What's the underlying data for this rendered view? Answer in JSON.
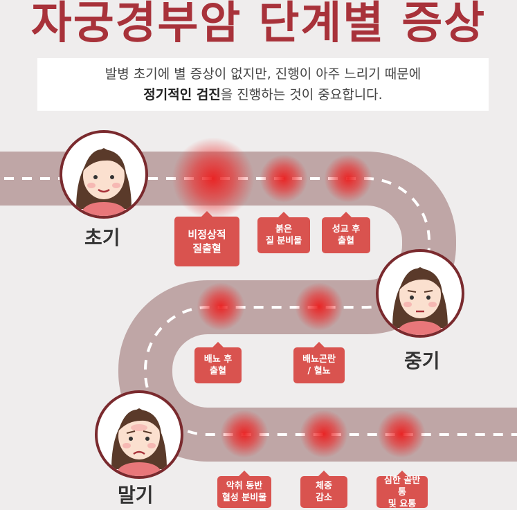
{
  "title": "자궁경부암 단계별 증상",
  "intro": {
    "line1": "발병 초기에 별 증상이 없지만, 진행이 아주 느리기 때문에",
    "line2_bold": "정기적인 검진",
    "line2_rest": "을 진행하는 것이 중요합니다."
  },
  "stages": {
    "early": {
      "label": "초기",
      "symptoms": [
        "비정상적\n질출혈",
        "붉은\n질 분비물",
        "성교 후\n출혈"
      ]
    },
    "middle": {
      "label": "중기",
      "symptoms": [
        "배뇨 후\n출혈",
        "배뇨곤란\n/ 혈뇨"
      ]
    },
    "late": {
      "label": "말기",
      "symptoms": [
        "악취 동반\n혈성 분비물",
        "체중\n감소",
        "심한 골반통\n및 요통"
      ]
    }
  },
  "colors": {
    "title": "#a8323a",
    "road": "#bfa6a6",
    "tag": "#d9534f",
    "glow": "#eb1e1e"
  }
}
